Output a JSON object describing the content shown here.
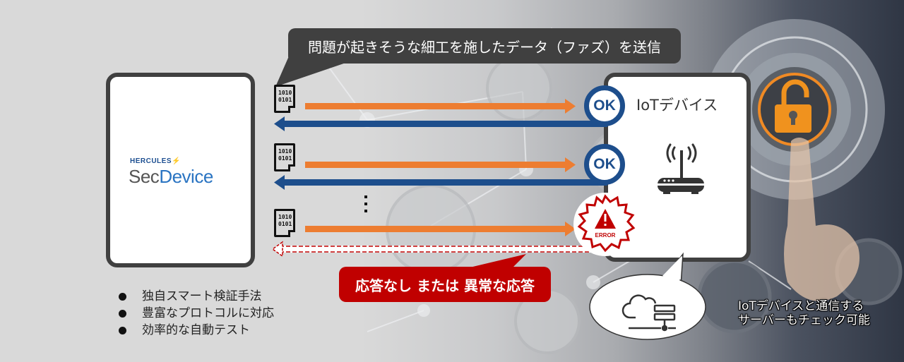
{
  "diagram": {
    "top_callout": "問題が起きそうな細工を施したデータ（ファズ）を送信",
    "left_box": {
      "logo_brand": "HERCULES",
      "logo_product_part1": "Sec",
      "logo_product_part2": "Device"
    },
    "right_box": {
      "title": "IoTデバイス",
      "icon": "wifi-router-icon"
    },
    "data_packets": [
      {
        "label_line1": "1010",
        "label_line2": "0101",
        "response": "OK"
      },
      {
        "label_line1": "1010",
        "label_line2": "0101",
        "response": "OK"
      },
      {
        "label_line1": "1010",
        "label_line2": "0101",
        "response": "ERROR"
      }
    ],
    "ok_label": "OK",
    "error_label": "ERROR",
    "error_callout": "応答なし または 異常な応答",
    "features": [
      "独自スマート検証手法",
      "豊富なプロトコルに対応",
      "効率的な自動テスト"
    ],
    "server_caption_line1": "IoTデバイスと通信する",
    "server_caption_line2": "サーバーもチェック可能",
    "server_bubble_icon": "cloud-server-icon",
    "colors": {
      "request_arrow": "#ed7d31",
      "response_arrow": "#1d4e8c",
      "error": "#c00000",
      "box_border": "#404040",
      "callout_dark": "#404040",
      "lock_orange": "#f0921e"
    }
  }
}
